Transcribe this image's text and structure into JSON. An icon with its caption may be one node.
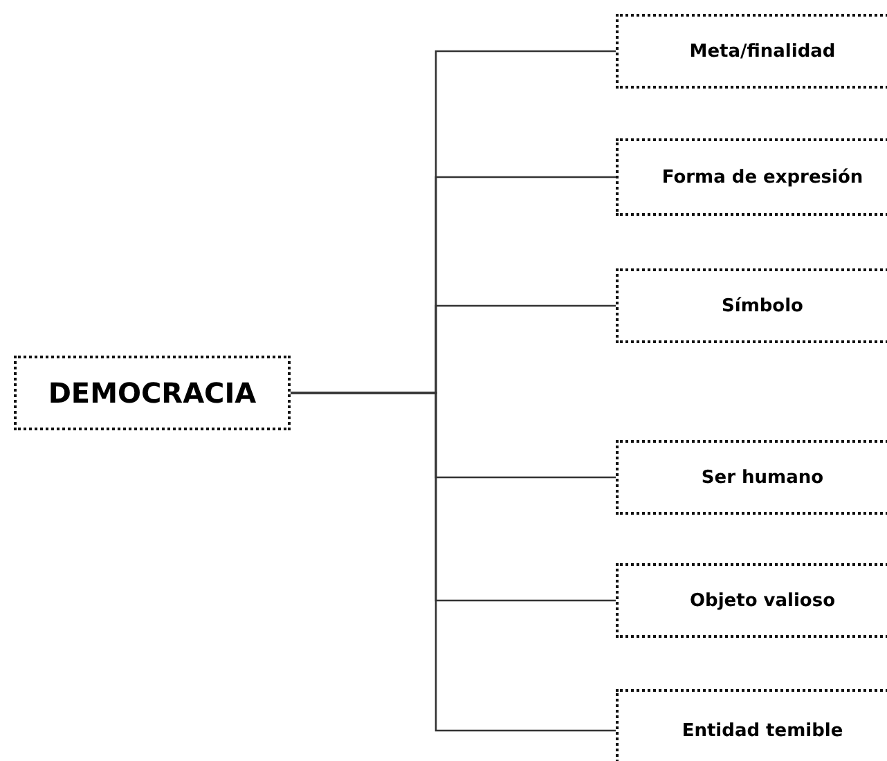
{
  "diagram": {
    "nodes": [
      {
        "text": [
          "DEMOCRACIA"
        ]
      },
      {
        "text": [
          "Meta/finalidad"
        ]
      },
      {
        "text": [
          "Forma de expresión"
        ]
      },
      {
        "text": [
          "Símbolo"
        ]
      },
      {
        "text": [
          "Ser humano"
        ]
      },
      {
        "text": [
          "Objeto valioso"
        ]
      },
      {
        "text": [
          "Entidad temible"
        ]
      }
    ],
    "edges": [
      {
        "from": 0,
        "to": 1,
        "arrow": "none"
      },
      {
        "from": 0,
        "to": 2,
        "arrow": "none"
      },
      {
        "from": 0,
        "to": 3,
        "arrow": "none"
      },
      {
        "from": 0,
        "to": 4,
        "arrow": "none"
      },
      {
        "from": 0,
        "to": 5,
        "arrow": "none"
      },
      {
        "from": 0,
        "to": 6,
        "arrow": "none"
      }
    ]
  }
}
